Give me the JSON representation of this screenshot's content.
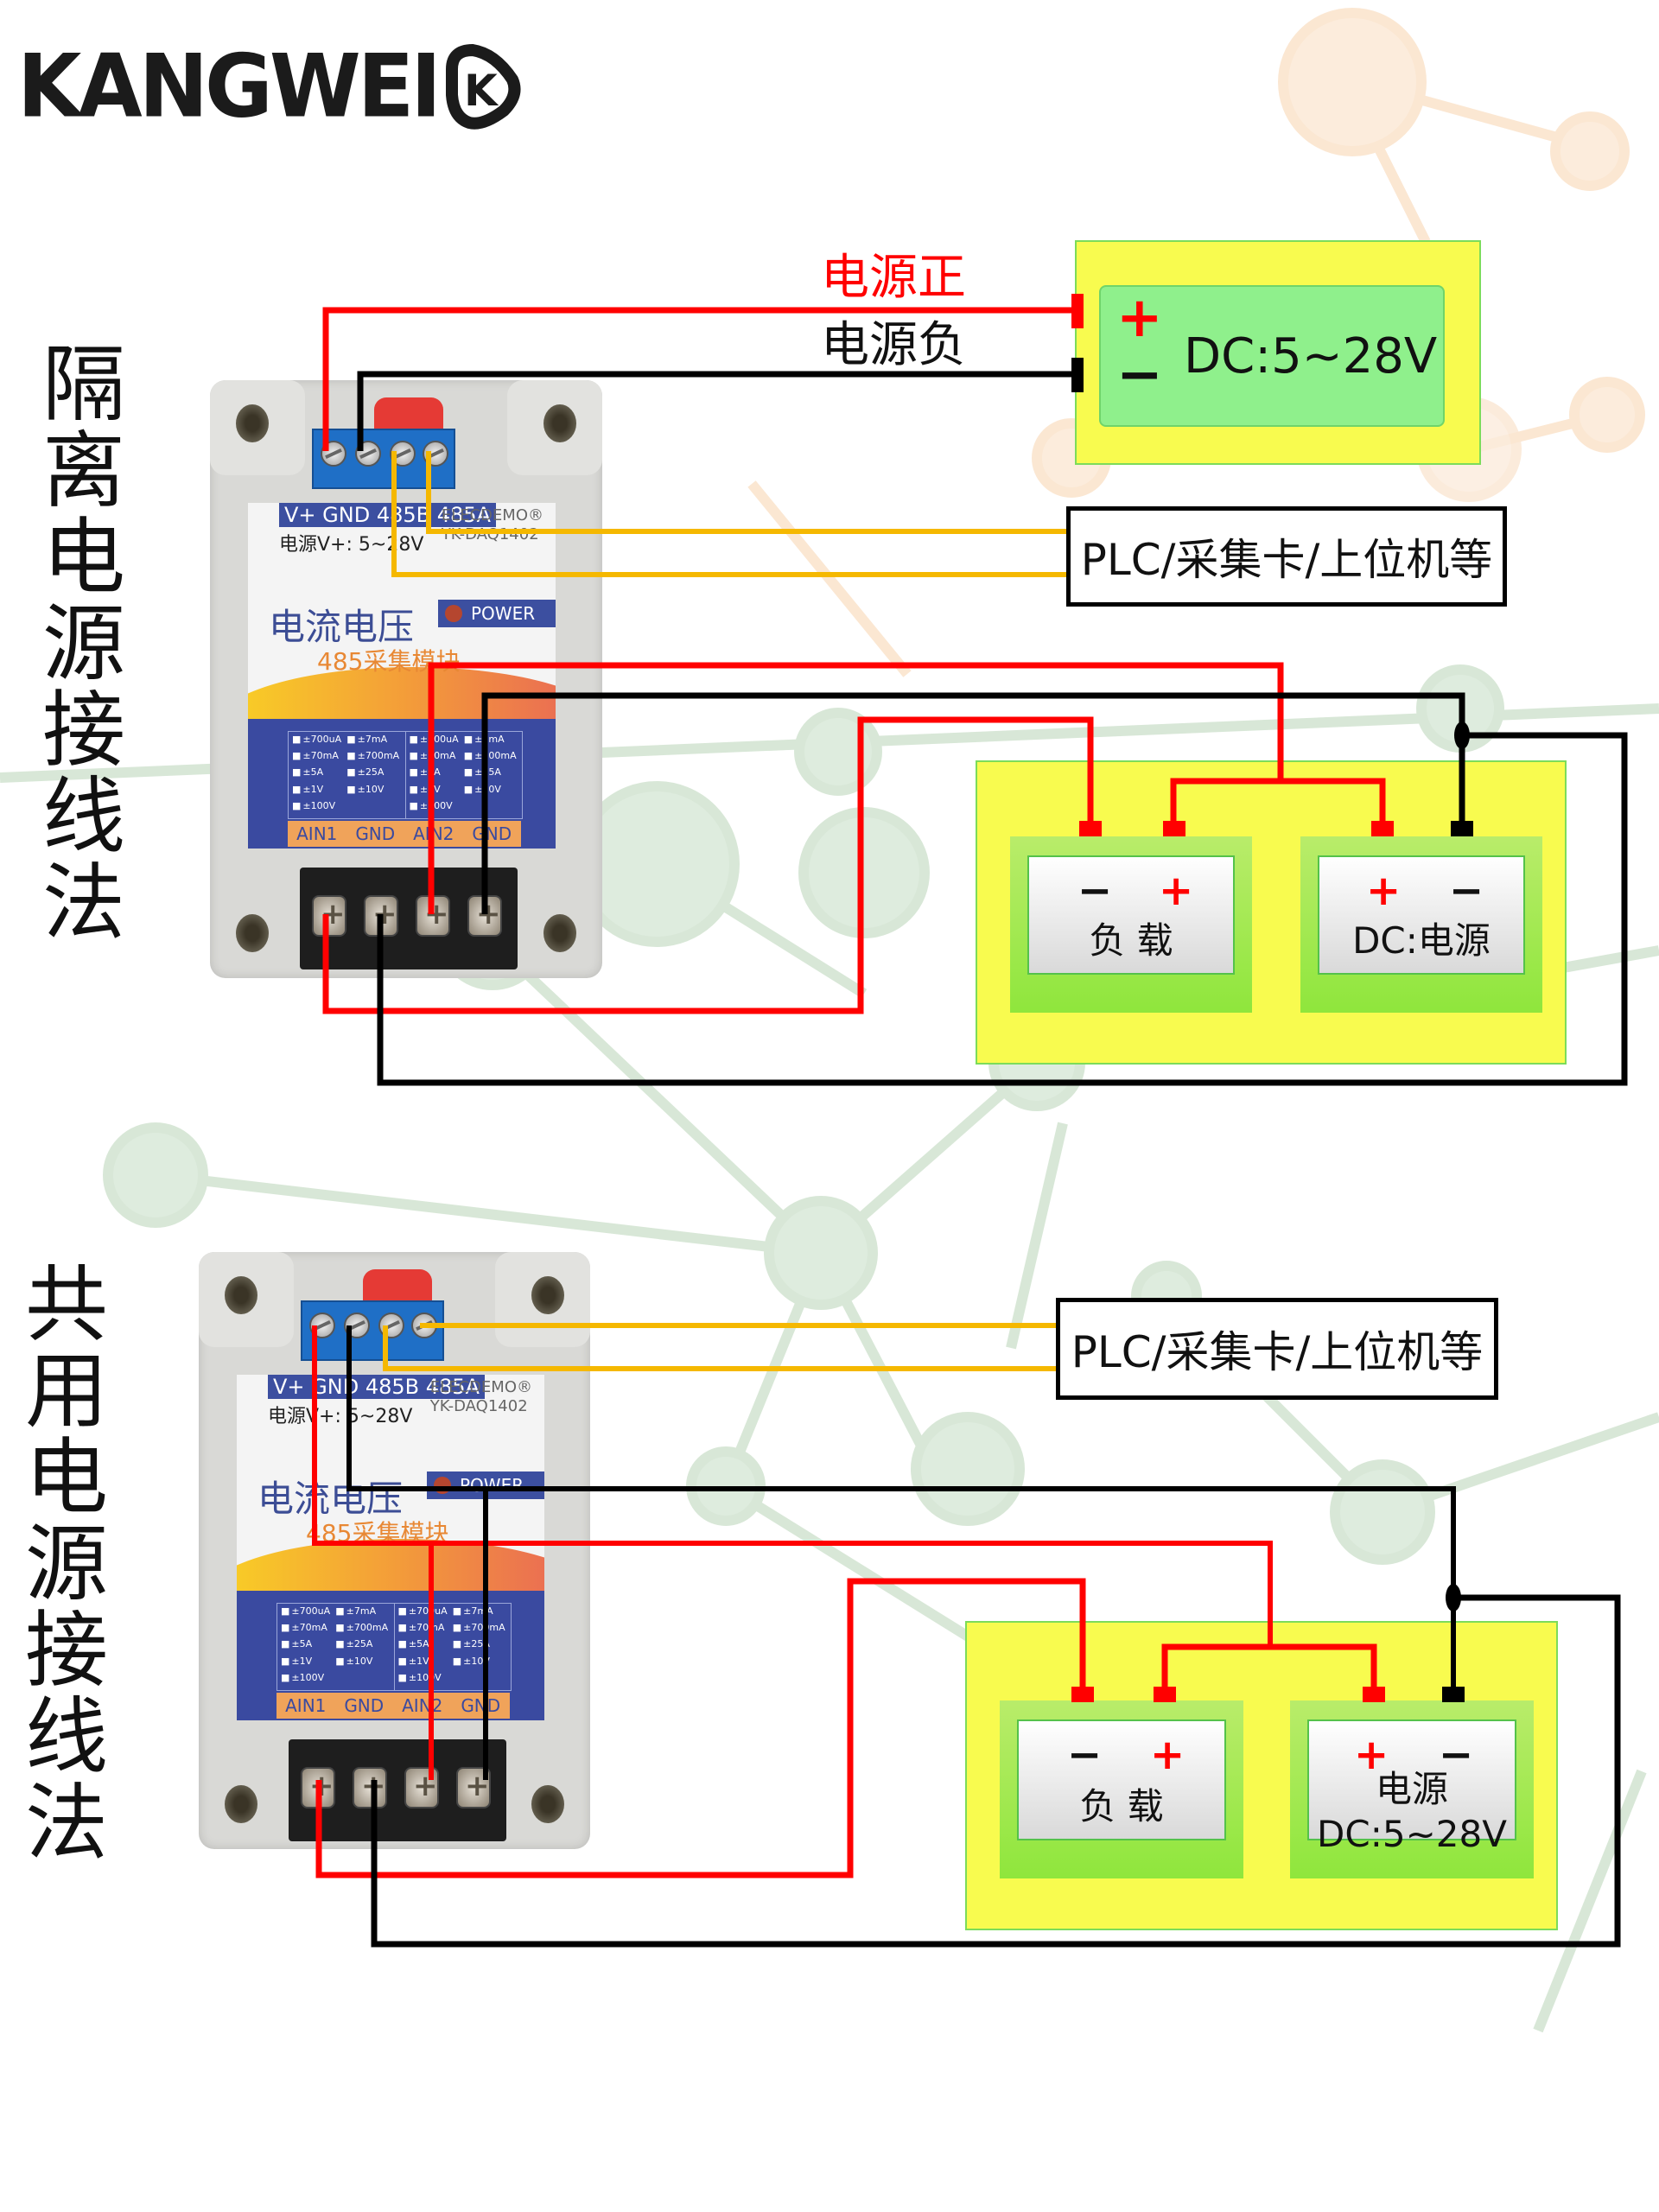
{
  "brand": {
    "logo_text": "KANGWEI",
    "logo_mark": "K"
  },
  "colors": {
    "wire_positive": "#ff0000",
    "wire_negative": "#000000",
    "wire_signal": "#f5b800",
    "outer_panel": "#f8fb4f",
    "device_green": "#8fe63c",
    "label_blue": "#3c4fa0"
  },
  "sections": [
    {
      "title_chars": [
        "隔",
        "离",
        "电",
        "源",
        "接",
        "线",
        "法"
      ],
      "title": "隔离电源接线法",
      "supply_labels": {
        "positive": "电源正",
        "negative": "电源负"
      },
      "supply_box": {
        "plus": "+",
        "minus": "−",
        "text": "DC:5~28V"
      },
      "host_box": {
        "text": "PLC/采集卡/上位机等"
      },
      "devices": [
        {
          "name": "负 载",
          "left_pole": "−",
          "right_pole": "+"
        },
        {
          "name": "DC:电源",
          "left_pole": "+",
          "right_pole": "−"
        }
      ]
    },
    {
      "title_chars": [
        "共",
        "用",
        "电",
        "源",
        "接",
        "线",
        "法"
      ],
      "title": "共用电源接线法",
      "host_box": {
        "text": "PLC/采集卡/上位机等"
      },
      "devices": [
        {
          "name": "负 载",
          "left_pole": "−",
          "right_pole": "+"
        },
        {
          "name": "电源",
          "name2": "DC:5~28V",
          "left_pole": "+",
          "right_pole": "−"
        }
      ]
    }
  ],
  "module": {
    "top_pins": "V+ GND 485B 485A",
    "supply": "电源V+: 5~28V",
    "brand": "ELECDEMO®",
    "model": "YK-DAQ1402",
    "title": "电流电压",
    "subtitle": "485采集模块",
    "power_label": "POWER",
    "ranges_ch1": [
      "±700uA",
      "±7mA",
      "±70mA",
      "±700mA",
      "±5A",
      "±25A",
      "±1V",
      "±10V",
      "±100V"
    ],
    "ranges_ch2": [
      "±700uA",
      "±7mA",
      "±70mA",
      "±700mA",
      "±5A",
      "±25A",
      "±1V",
      "±10V",
      "±100V"
    ],
    "bottom_pins": [
      "AIN1",
      "GND",
      "AIN2",
      "GND"
    ]
  }
}
